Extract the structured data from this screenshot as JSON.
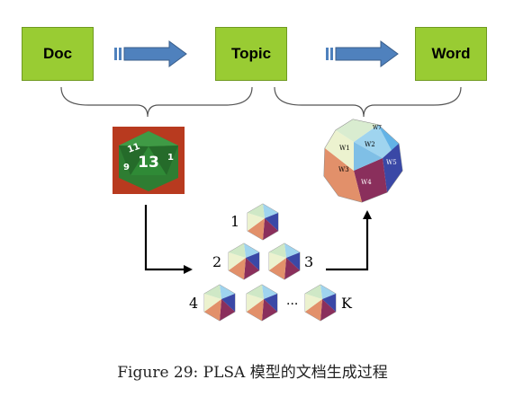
{
  "boxes": {
    "doc": "Doc",
    "topic": "Topic",
    "word": "Word"
  },
  "green_die": {
    "numbers": [
      "11",
      "13",
      "9",
      "1"
    ]
  },
  "word_die": {
    "labels": [
      "W1",
      "W2",
      "W3",
      "W4",
      "W5",
      "W7"
    ]
  },
  "topic_dice": {
    "labels": [
      "1",
      "2",
      "3",
      "4",
      "K"
    ],
    "ellipsis": "···"
  },
  "caption": "Figure 29: PLSA 模型的文档生成过程",
  "colors": {
    "box_fill": "#99cc33",
    "arrow_blue": "#4f81bd",
    "die_green": "#2e7d32",
    "die_bg_red": "#b83a1f"
  }
}
